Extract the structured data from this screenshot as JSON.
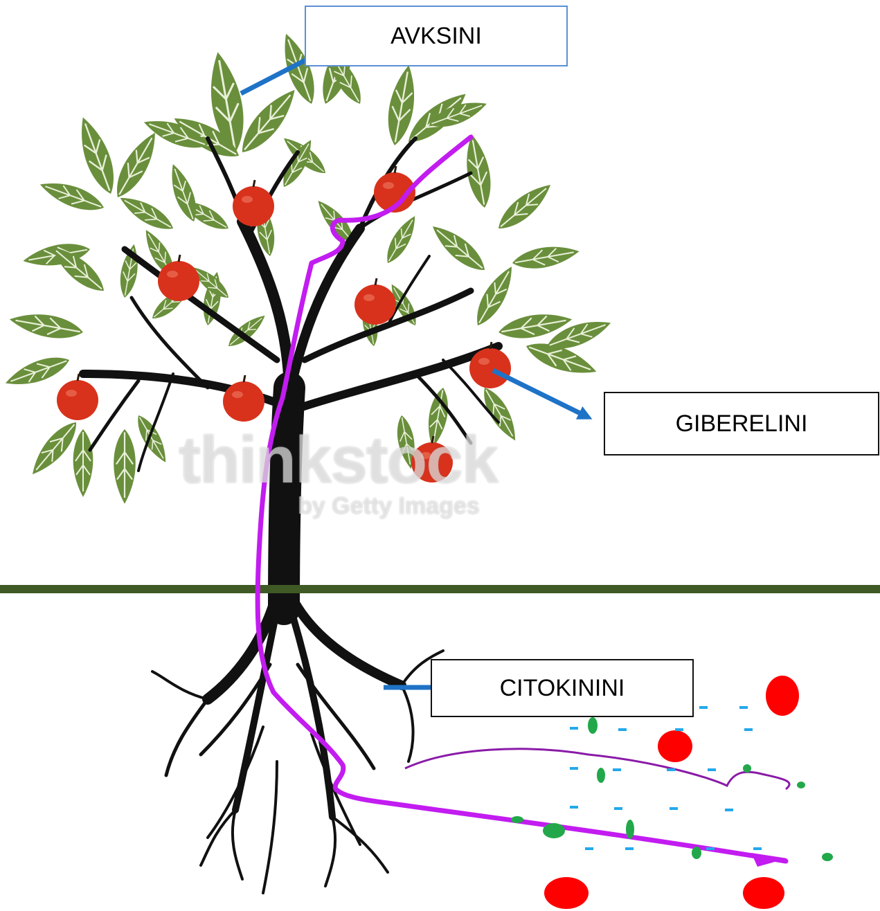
{
  "labels": {
    "auxins": "AVKSINI",
    "gibberellins": "GIBERELINI",
    "cytokinins": "CITOKININI"
  },
  "watermark": {
    "brand": "thinkstock",
    "byline": "by Getty Images"
  },
  "colors": {
    "leaf": "#6a8f3c",
    "leaf_vein": "#e8f0d8",
    "apple": "#d8321c",
    "trunk": "#111111",
    "ground": "#3f5a25",
    "arrow": "#1f73c6",
    "flow_path": "#c21cf0",
    "dot_red": "#ff0000",
    "dot_green": "#22a84a",
    "dash_blue": "#23a8ec"
  }
}
